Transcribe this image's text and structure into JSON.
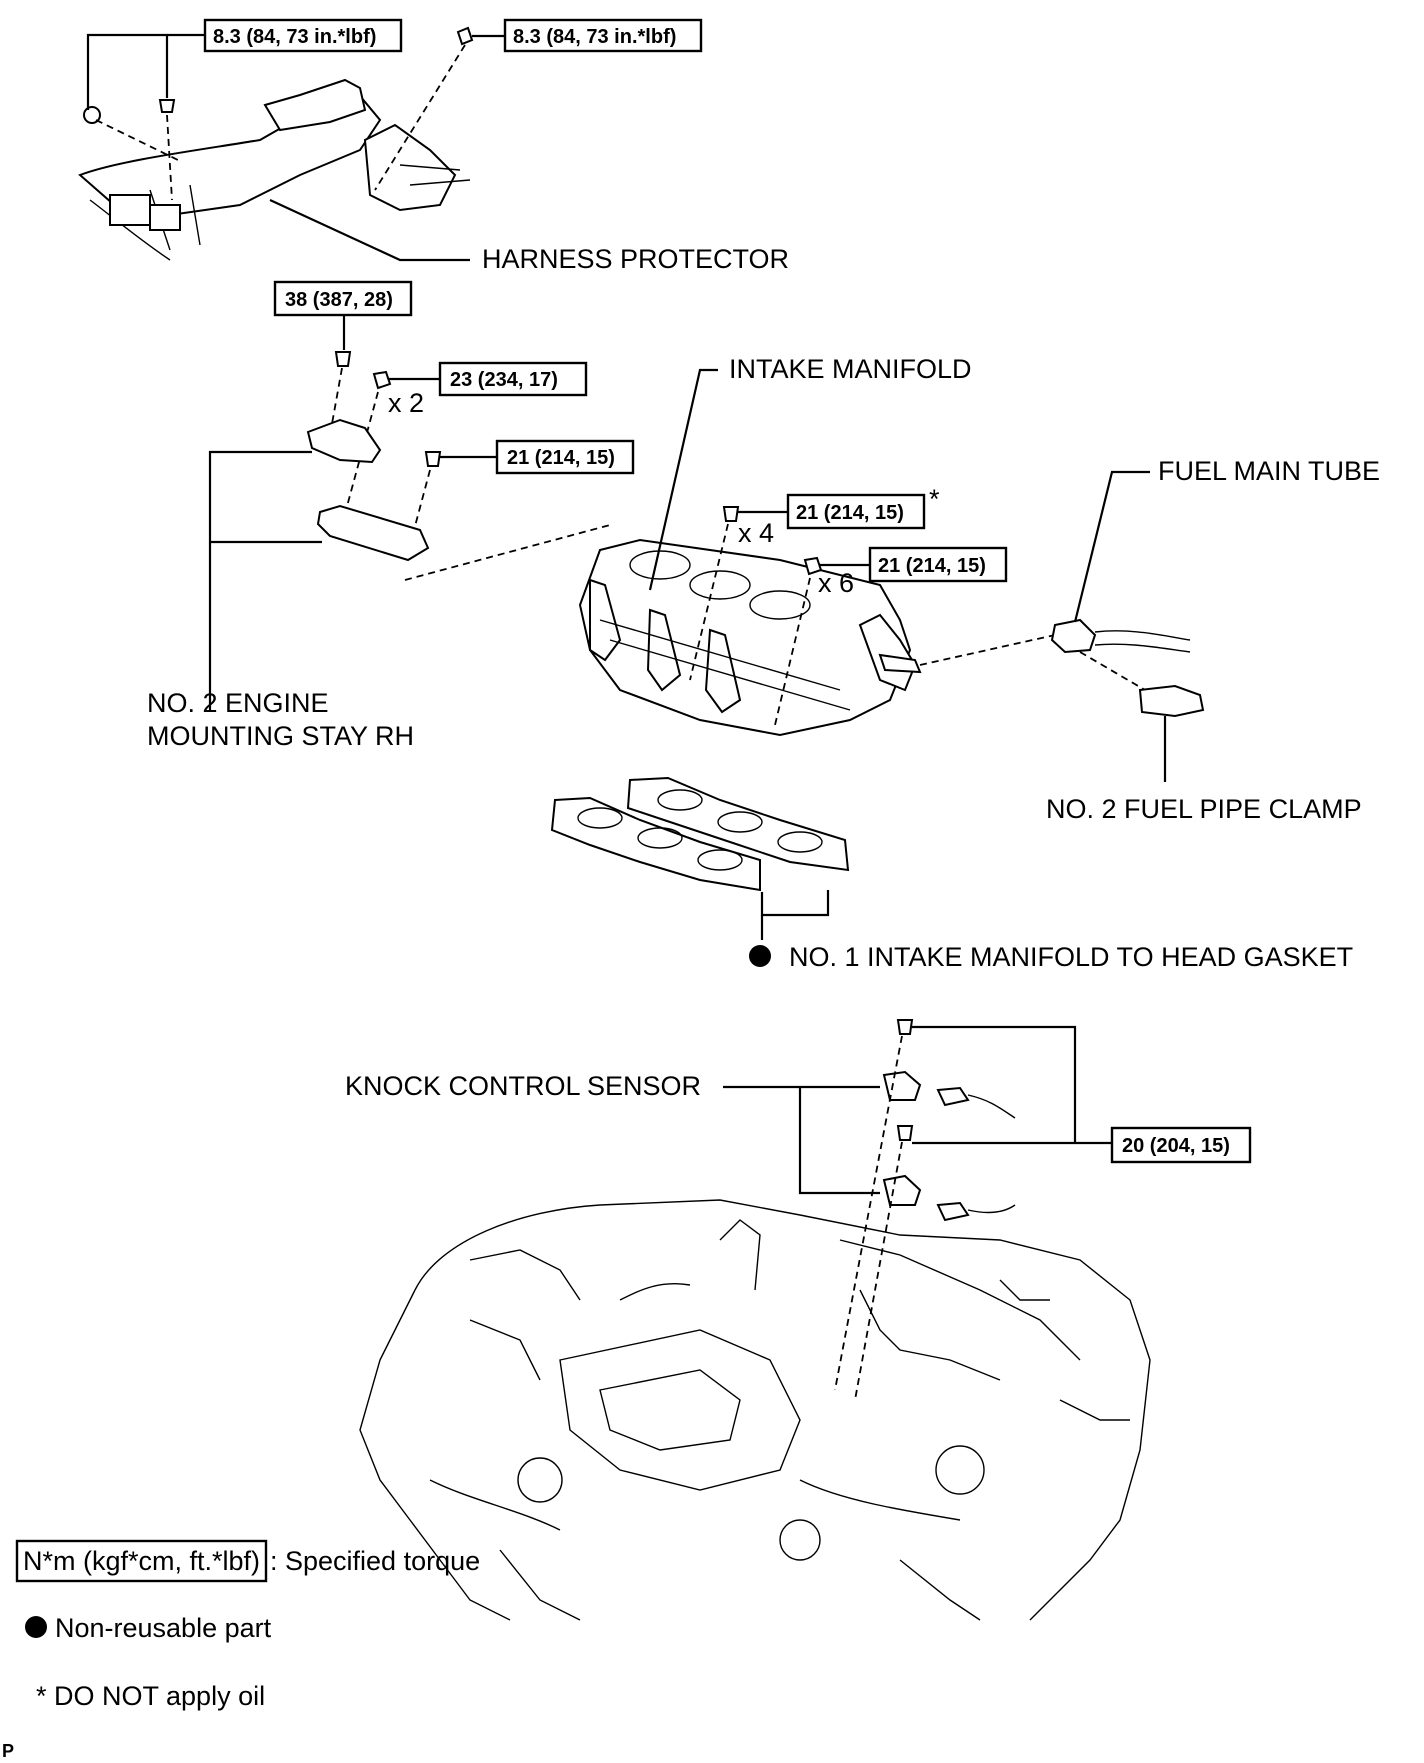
{
  "labels": {
    "harness_protector": "HARNESS PROTECTOR",
    "intake_manifold": "INTAKE MANIFOLD",
    "fuel_main_tube": "FUEL MAIN TUBE",
    "no2_engine_mounting_stay_line1": "NO. 2 ENGINE",
    "no2_engine_mounting_stay_line2": "MOUNTING STAY RH",
    "no2_fuel_pipe_clamp": "NO. 2 FUEL PIPE CLAMP",
    "gasket": "NO. 1 INTAKE MANIFOLD TO HEAD GASKET",
    "knock_sensor": "KNOCK CONTROL SENSOR"
  },
  "torque": {
    "harness_left": "8.3 (84, 73 in.*lbf)",
    "harness_right": "8.3 (84, 73 in.*lbf)",
    "stay_bolt": "38 (387, 28)",
    "stay_nut": "23 (234, 17)",
    "stay_bolt2": "21 (214, 15)",
    "manifold_bolt": "21 (214, 15)",
    "manifold_nut": "21 (214, 15)",
    "knock_sensor": "20 (204, 15)"
  },
  "quantities": {
    "stay_nut": "x 2",
    "manifold_bolt": "x 4",
    "manifold_nut": "x 6"
  },
  "marks": {
    "asterisk": "*"
  },
  "legend": {
    "torque_unit": "N*m (kgf*cm, ft.*lbf)",
    "torque_desc": ": Specified torque",
    "non_reusable": "Non-reusable part",
    "no_oil": "* DO NOT apply oil"
  },
  "corner_mark": "P"
}
